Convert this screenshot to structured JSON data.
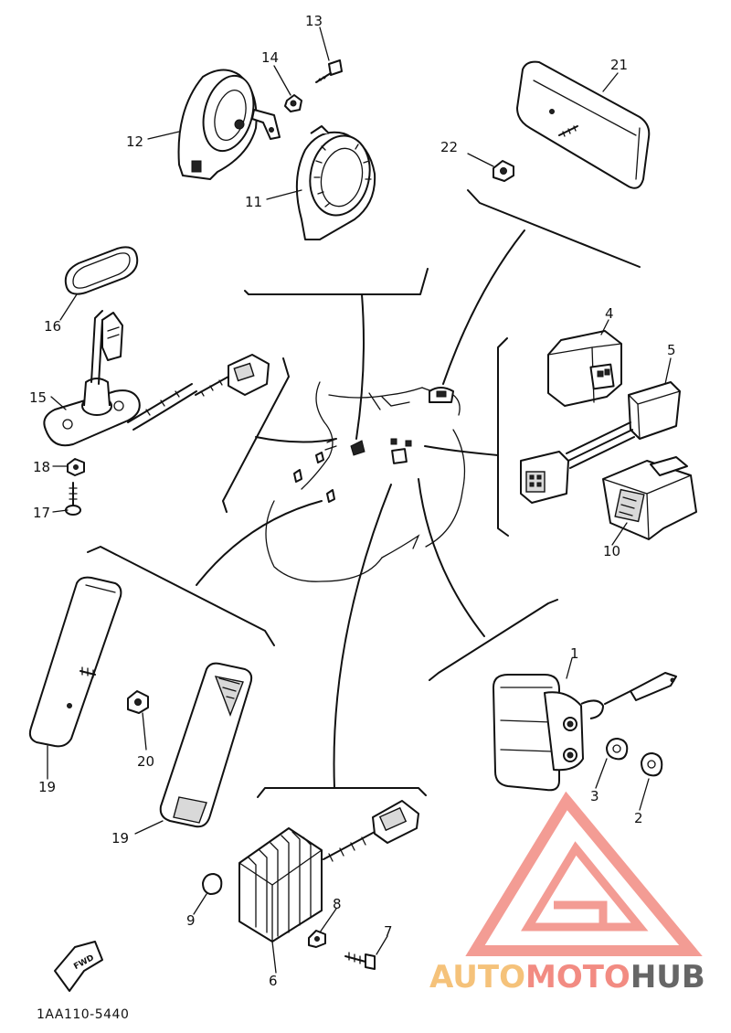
{
  "diagram": {
    "labels": [
      "1",
      "2",
      "3",
      "4",
      "5",
      "6",
      "7",
      "8",
      "9",
      "10",
      "11",
      "12",
      "13",
      "14",
      "15",
      "16",
      "17",
      "18",
      "19",
      "19",
      "20",
      "21",
      "22"
    ],
    "part_code": "1AA110-5440",
    "fwd_label": "FWD"
  },
  "watermark": {
    "part1": "AUTO",
    "part2": "MOTO",
    "part3": "HUB",
    "color_light": "#f5a623",
    "color_red": "#e8332a",
    "color_dark": "#1a1a1a"
  }
}
